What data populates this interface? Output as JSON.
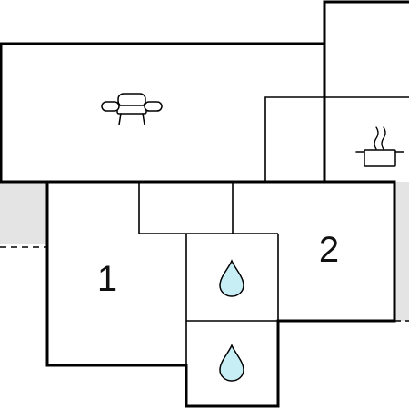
{
  "floorplan": {
    "rooms": [
      {
        "id": "bedroom-1",
        "label": "1"
      },
      {
        "id": "bedroom-2",
        "label": "2"
      }
    ],
    "icons": {
      "living_room": "armchair-icon",
      "kitchen": "cooking-pot-icon",
      "bathroom": "water-drop-icon"
    },
    "colors": {
      "wall": "#000000",
      "background": "#ffffff",
      "adjacent_area": "#e4e4e4",
      "water_drop": "#c8eef5"
    }
  }
}
